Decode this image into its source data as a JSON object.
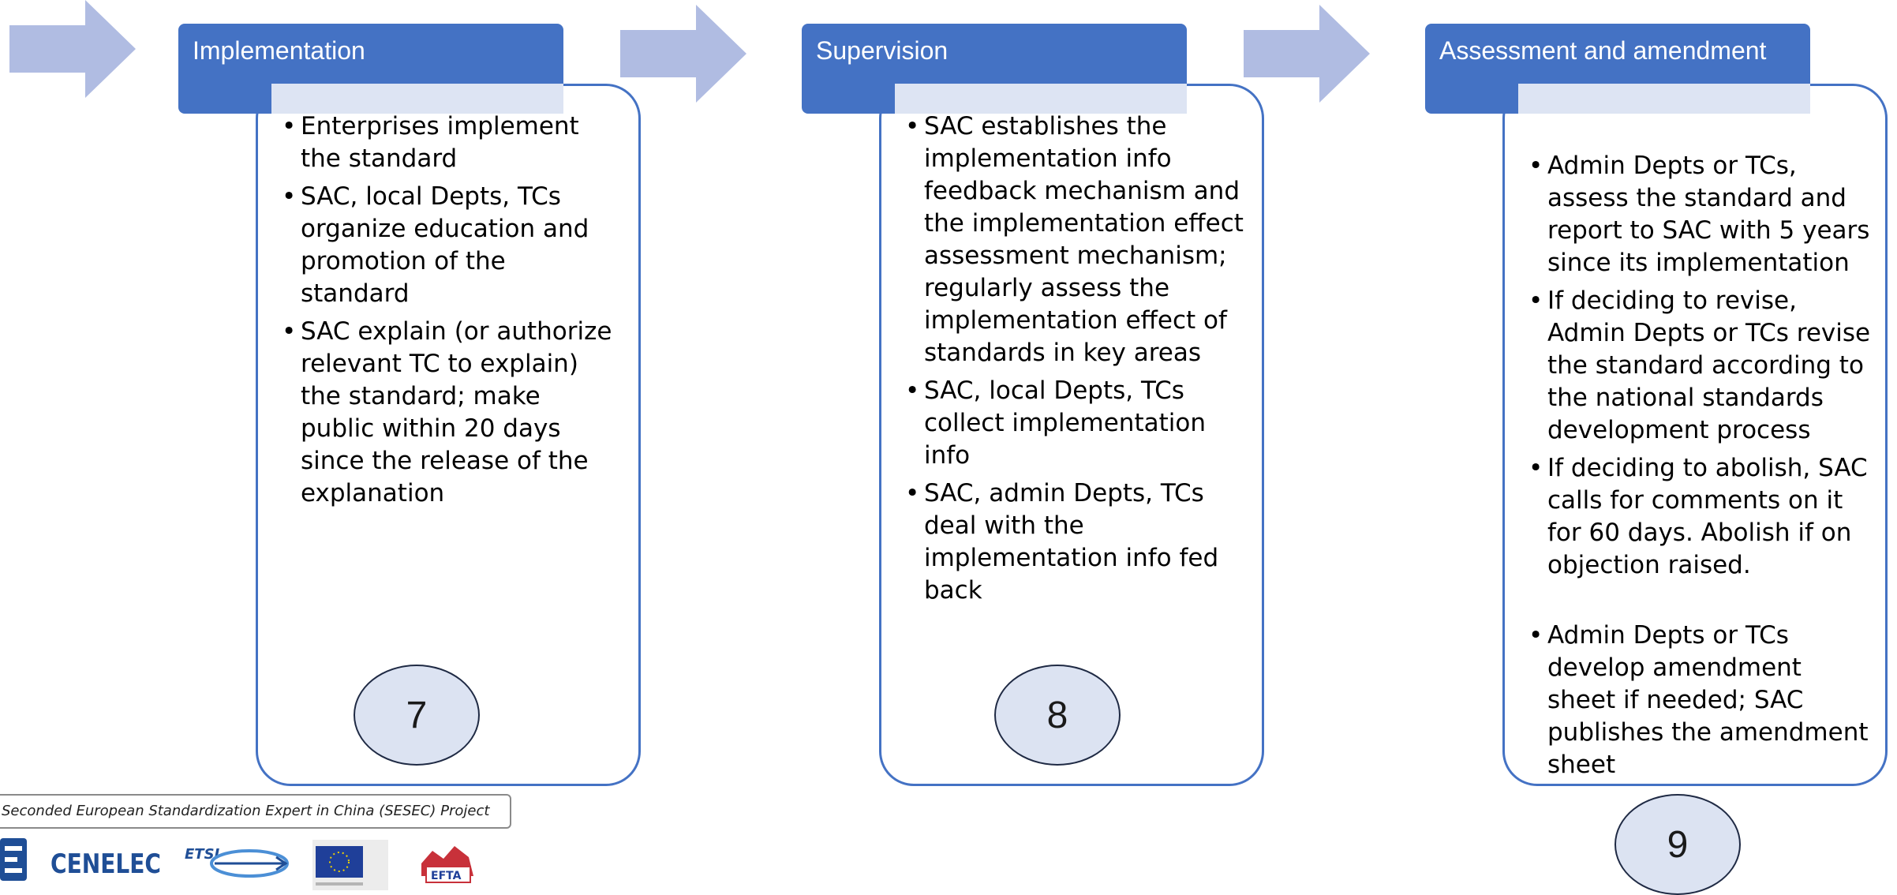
{
  "colors": {
    "header": "#4472c4",
    "arrow": "#b0bce2",
    "circle_fill": "#dce3f2",
    "box_border": "#4472c4"
  },
  "stages": [
    {
      "title": "Implementation",
      "number": "7",
      "bullets": [
        "Enterprises implement the standard",
        "SAC, local Depts, TCs organize education and promotion of the standard",
        "SAC explain (or authorize relevant TC to explain) the standard; make public within 20 days since the release of the explanation"
      ]
    },
    {
      "title": "Supervision",
      "number": "8",
      "bullets": [
        "SAC establishes the implementation info feedback mechanism and the implementation effect assessment mechanism; regularly assess the implementation effect of standards in key areas",
        "SAC, local Depts, TCs collect implementation info",
        "SAC, admin Depts, TCs deal with the implementation info fed back"
      ]
    },
    {
      "title": "Assessment and amendment",
      "number": "9",
      "bullets": [
        "Admin Depts or TCs, assess the standard and report to SAC with 5 years since its implementation",
        "If deciding to revise, Admin Depts or TCs revise the standard according to the national standards development process",
        "If deciding to abolish, SAC calls for comments on it for 60 days. Abolish if on objection raised.",
        "Admin Depts or TCs develop amendment sheet if needed; SAC publishes the amendment sheet"
      ]
    }
  ],
  "footer": {
    "caption": "Seconded European Standardization Expert in China (SESEC) Project",
    "logos": {
      "cenelec": "CENELEC",
      "etsi": "ETSI",
      "efta": "EFTA"
    }
  }
}
